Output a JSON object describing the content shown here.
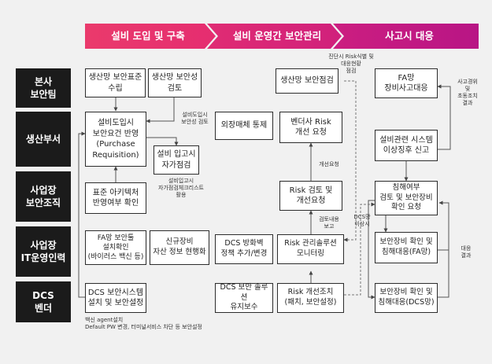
{
  "phases": [
    {
      "label": "설비 도입 및 구축"
    },
    {
      "label": "설비 운영간 보안관리"
    },
    {
      "label": "사고시 대응"
    }
  ],
  "rows": [
    {
      "label": "본사\n보안팀"
    },
    {
      "label": "생산부서"
    },
    {
      "label": "사업장\n보안조직"
    },
    {
      "label": "사업장\nIT운영인력"
    },
    {
      "label": "DCS\n벤더"
    }
  ],
  "boxes": {
    "b1": "생산망 보안표준\n수립",
    "b2": "생산망 보안성\n검토",
    "b3": "설비도입시\n보안요건 반영\n(Purchase\nRequisition)",
    "b4": "설비 입고시\n자가점검",
    "b5": "표준 아키텍처\n반영여부 확인",
    "b6": "FA망 보안툴\n설치확인\n(바이러스 백신 등)",
    "b7": "신규장비\n자산 정보 현행화",
    "b8": "DCS 보안시스템\n설치 및 보안설정",
    "b9": "생산망 보안점검",
    "b10": "외장매체 통제",
    "b11": "벤더사 Risk\n개선 요청",
    "b12": "Risk 검토 및\n개선요청",
    "b13": "DCS 방화벽\n정책 추가/변경",
    "b14": "Risk 관리솔루션\n모니터링",
    "b15": "DCS 보안 솔루션\n유지보수",
    "b16": "Risk 개선조치\n(패치, 보안설정)",
    "b17": "FA망\n장비사고대응",
    "b18": "설비관련 시스템\n이상징후 신고",
    "b19": "침해여부\n검토 및 보안장비\n확인 요청",
    "b20": "보안장비 확인 및\n침해대응(FA망)",
    "b21": "보안장비 확인 및\n침해대응(DCS망)"
  },
  "notes": {
    "n1": "설비도입시\n보안성 검토",
    "n2": "설비입고시\n자가점검체크리스트\n활용",
    "n3": "백신 agent설치\nDefault PW 변경, 터미널서비스 차단 등 보안설정",
    "n4": "진단시 Risk식별 및\n대응현황\n점검",
    "n5": "개선요청",
    "n6": "검토내용\n보고",
    "n7": "DCS망\n이상시",
    "n8": "사고경위\n및\n초동조치\n결과",
    "n9": "대응\n결과"
  },
  "colors": {
    "banner_pink": "#e8326d",
    "banner_magenta": "#c01880",
    "row_label_bg": "#1b1b1b",
    "page_bg": "#f1f1f1"
  }
}
